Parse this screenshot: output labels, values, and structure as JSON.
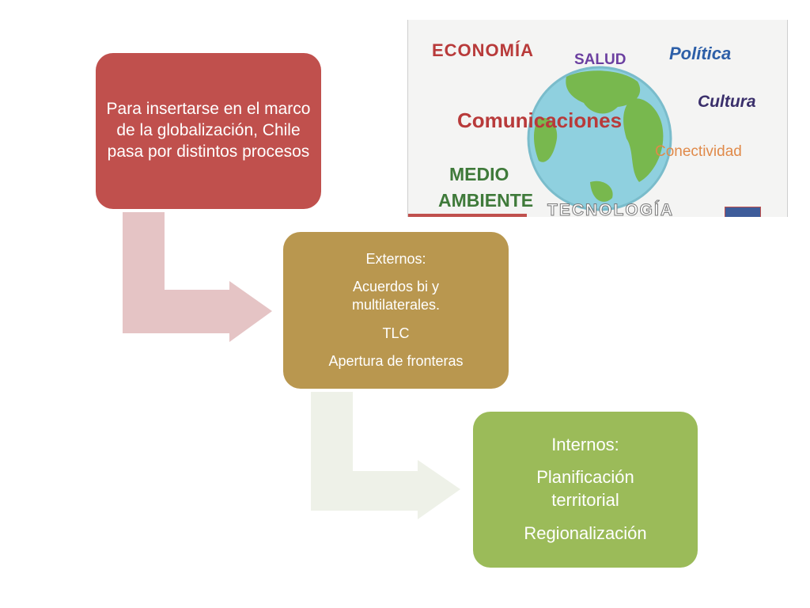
{
  "colors": {
    "red": "#c0504d",
    "gold": "#b9974f",
    "green": "#9bbb59",
    "red_arrow": "#e5c4c5",
    "gold_arrow": "#eef1e8"
  },
  "boxes": {
    "main": "Para insertarse en el marco de la globalización, Chile pasa por distintos procesos",
    "externos": {
      "title": "Externos:",
      "line1": "Acuerdos bi y multilaterales.",
      "line2": "TLC",
      "line3": "Apertura de fronteras"
    },
    "internos": {
      "title": "Internos:",
      "line1": "Planificación territorial",
      "line2": "Regionalización"
    }
  },
  "collage": {
    "words": {
      "economia": "ECONOMÍA",
      "salud": "SALUD",
      "politica": "Política",
      "cultura": "Cultura",
      "comunicaciones": "Comunicaciones",
      "conectividad": "Conectividad",
      "medio": "MEDIO",
      "ambiente": "AMBIENTE",
      "tecnologia": "TECNOLOGÍA"
    },
    "icon": "globe-icon"
  }
}
